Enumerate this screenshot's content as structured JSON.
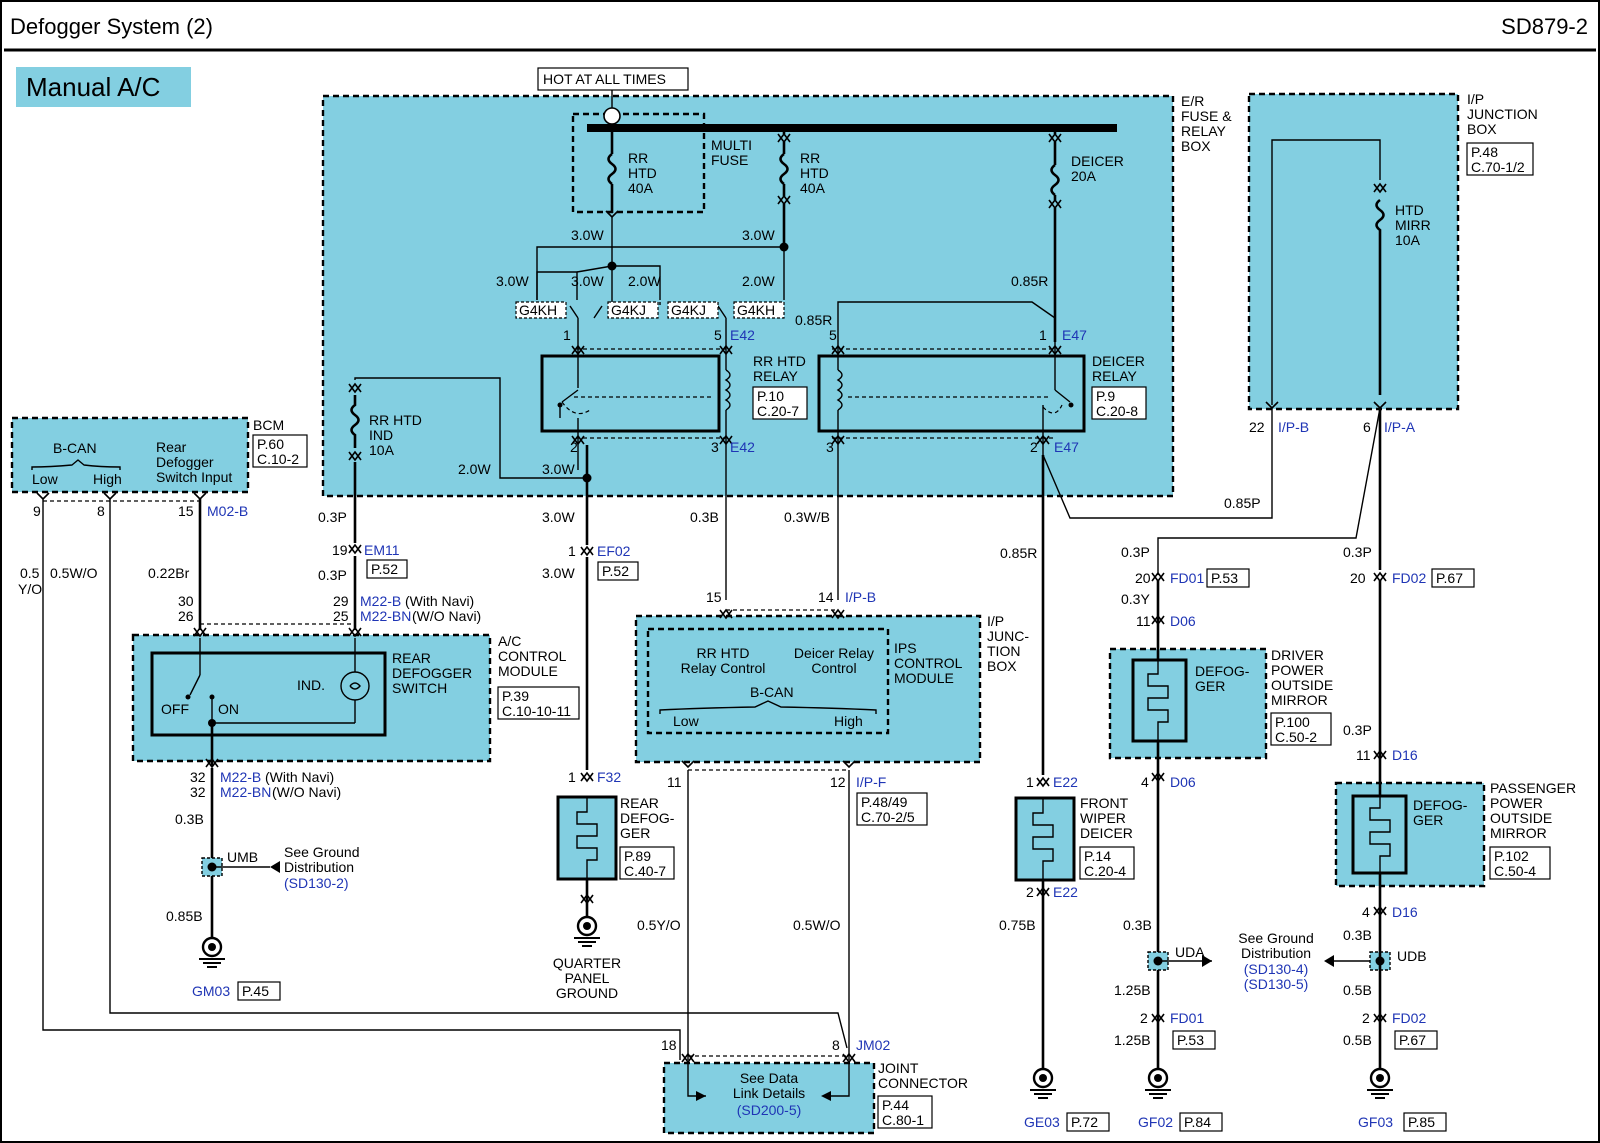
{
  "header": {
    "title": "Defogger System (2)",
    "code": "SD879-2"
  },
  "section_label": "Manual A/C",
  "top_label": "HOT AT ALL TIMES",
  "blocks": {
    "er_box": "E/R|FUSE &|RELAY|BOX",
    "ip_jbox": "I/P|JUNCTION|BOX",
    "ip_jbox_ref": "P.48|C.70-1/2",
    "bcm": "BCM",
    "bcm_ref": "P.60|C.10-2",
    "bcm_bcan": "B-CAN",
    "bcm_low": "Low",
    "bcm_high": "High",
    "bcm_rear": "Rear|Defogger|Switch Input",
    "multi_fuse": "MULTI|FUSE",
    "fuse1": "RR|HTD|40A",
    "fuse2": "RR|HTD|40A",
    "fuse3": "DEICER|20A",
    "fuse4": "HTD|MIRR|10A",
    "fuse5": "RR HTD|IND|10A",
    "rr_relay": "RR HTD|RELAY",
    "rr_relay_ref": "P.10|C.20-7",
    "deicer_relay": "DEICER|RELAY",
    "deicer_relay_ref": "P.9|C.20-8",
    "ac_module": "A/C|CONTROL|MODULE",
    "ac_module_ref": "P.39|C.10-10-11",
    "rear_switch": "REAR|DEFOGGER|SWITCH",
    "ind": "IND.",
    "off": "OFF",
    "on": "ON",
    "ips_module": "IPS|CONTROL|MODULE",
    "ip_junc_box2": "I/P|JUNC-|TION|BOX",
    "ips_rr": "RR HTD|Relay Control",
    "ips_deicer": "Deicer Relay|Control",
    "ips_bcan": "B-CAN",
    "ips_low": "Low",
    "ips_high": "High",
    "ipf_ref": "P.48/49|C.70-2/5",
    "rear_defog": "REAR|DEFOG-|GER",
    "rear_defog_ref": "P.89|C.40-7",
    "quarter": "QUARTER|PANEL|GROUND",
    "front_wiper": "FRONT|WIPER|DEICER",
    "front_wiper_ref": "P.14|C.20-4",
    "drv_mirror_heat": "DEFOG-|GER",
    "drv_mirror": "DRIVER|POWER|OUTSIDE|MIRROR",
    "drv_mirror_ref": "P.100|C.50-2",
    "pass_mirror_heat": "DEFOG-|GER",
    "pass_mirror": "PASSENGER|POWER|OUTSIDE|MIRROR",
    "pass_mirror_ref": "P.102|C.50-4",
    "joint": "JOINT|CONNECTOR",
    "joint_ref": "P.44|C.80-1",
    "joint_inner": "See Data|Link Details",
    "joint_inner_ref": "(SD200-5)",
    "umb": "UMB",
    "umb_see": "See Ground|Distribution",
    "umb_see_ref": "(SD130-2)",
    "uda": "UDA",
    "udb": "UDB",
    "ud_see": "See Ground|Distribution",
    "ud_see_ref": "(SD130-4)|(SD130-5)"
  },
  "connectors": {
    "g4kh": "G4KH",
    "g4kj": "G4KJ",
    "e42": "E42",
    "e47": "E47",
    "ipb": "I/P-B",
    "ipa": "I/P-A",
    "m02b": "M02-B",
    "em11": "EM11",
    "em11_ref": "P.52",
    "m22b_navi": "M22-B",
    "with_navi": "(With Navi)",
    "m22bn": "M22-BN",
    "wo_navi": "(W/O Navi)",
    "ef02": "EF02",
    "ef02_ref": "P.52",
    "f32": "F32",
    "ipb2": "I/P-B",
    "ipf": "I/P-F",
    "fd01": "FD01",
    "fd01_ref": "P.53",
    "d06": "D06",
    "d06b": "D06",
    "fd02": "FD02",
    "fd02_ref": "P.67",
    "d16": "D16",
    "d16b": "D16",
    "e22": "E22",
    "e22b": "E22",
    "jm02": "JM02",
    "fd01b": "FD01",
    "fd01b_ref": "P.53",
    "fd02b": "FD02",
    "fd02b_ref": "P.67"
  },
  "pins": {
    "p1": "1",
    "p5": "5",
    "p5b": "5",
    "p1b": "1",
    "p2": "2",
    "p3": "3",
    "p3b": "3",
    "p2b": "2",
    "p22": "22",
    "p6": "6",
    "p9": "9",
    "p8": "8",
    "p15": "15",
    "p19": "19",
    "p30": "30",
    "p26": "26",
    "p29": "29",
    "p25": "25",
    "p32a": "32",
    "p32b": "32",
    "p1c": "1",
    "p1d": "1",
    "p15b": "15",
    "p14": "14",
    "p11": "11",
    "p12": "12",
    "p20": "20",
    "p11b": "11",
    "p4": "4",
    "p20b": "20",
    "p11c": "11",
    "p4b": "4",
    "p1e": "1",
    "p2c": "2",
    "p18": "18",
    "p8b": "8",
    "p2d": "2",
    "p2e": "2"
  },
  "wires": {
    "w1": "3.0W",
    "w2": "3.0W",
    "w3": "3.0W",
    "w4": "3.0W",
    "w5": "2.0W",
    "w6": "2.0W",
    "w7": "0.85R",
    "w8": "0.85R",
    "w9": "2.0W",
    "w10": "3.0W",
    "w11": "0.85P",
    "w12": "0.3P",
    "w13": "0.3P",
    "w14": "0.5",
    "w14b": "Y/O",
    "w15": "0.5W/O",
    "w16": "0.22Br",
    "w17": "3.0W",
    "w18": "3.0W",
    "w19": "0.3B",
    "w20": "0.3W/B",
    "w21": "0.85R",
    "w22": "0.3P",
    "w23": "0.3Y",
    "w24": "0.3P",
    "w25": "0.3P",
    "w26": "0.3B",
    "w27": "0.85B",
    "w28": "0.5Y/O",
    "w29": "0.5W/O",
    "w30": "0.75B",
    "w31": "0.3B",
    "w32": "1.25B",
    "w33": "1.25B",
    "w34": "0.3B",
    "w35": "0.5B",
    "w36": "0.5B"
  },
  "grounds": {
    "gm03": "GM03",
    "gm03_ref": "P.45",
    "ge03": "GE03",
    "ge03_ref": "P.72",
    "gf02": "GF02",
    "gf02_ref": "P.84",
    "gf03": "GF03",
    "gf03_ref": "P.85"
  },
  "colors": {
    "box_fill": "#83cfe1",
    "connector_text": "#1f35b5",
    "line": "#000000"
  }
}
